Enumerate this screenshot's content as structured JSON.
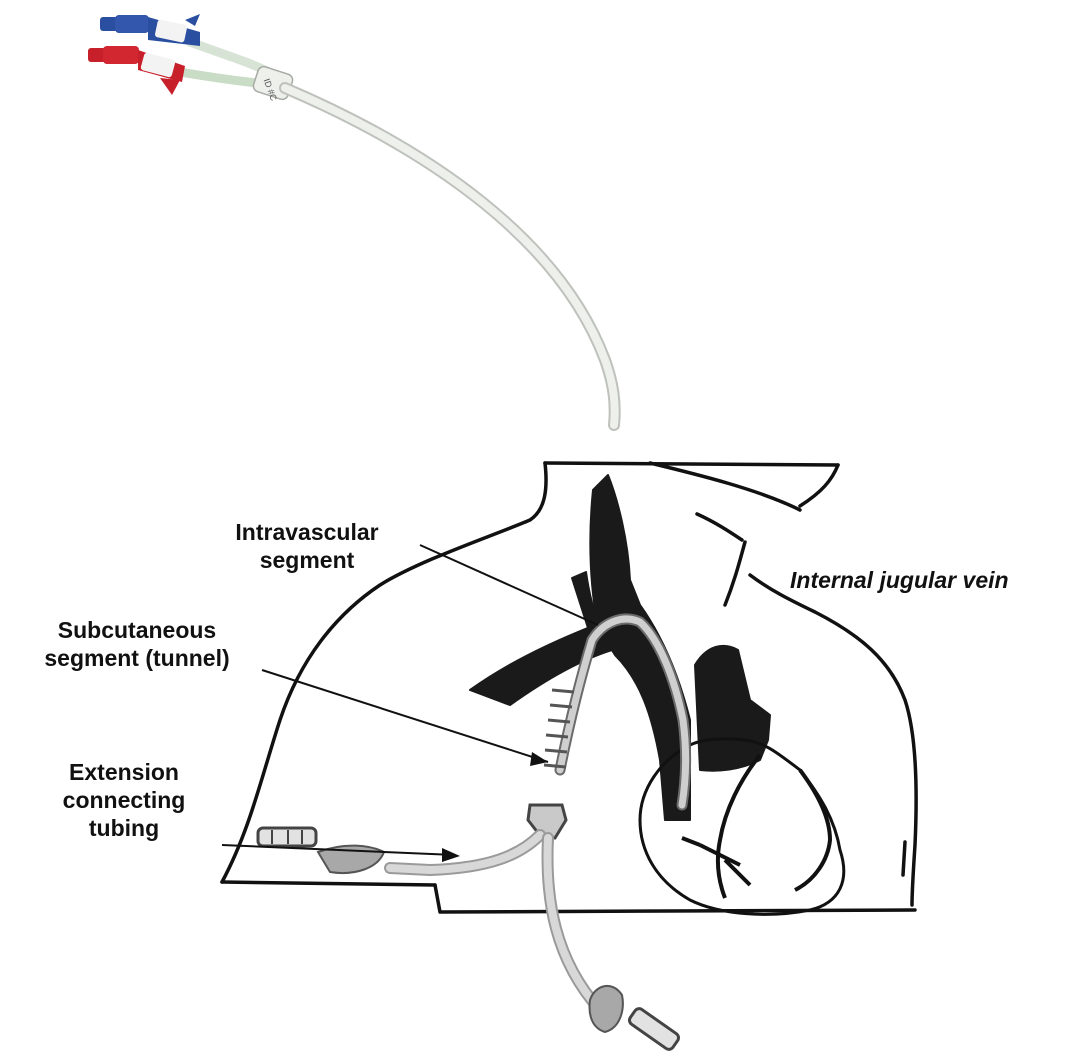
{
  "labels": {
    "intravascular": [
      "Intravascular",
      "segment"
    ],
    "jugular": "Internal jugular vein",
    "subcutaneous": [
      "Subcutaneous",
      "segment (tunnel)"
    ],
    "extension": [
      "Extension",
      "connecting",
      "tubing"
    ]
  },
  "catheter_marking": "ID #C",
  "colors": {
    "outline": "#111111",
    "vessel": "#1a1a1a",
    "tube": "#c9c9c9",
    "catheter": "#e4e6e2",
    "arterial_red": "#c8202a",
    "venous_blue": "#2a4fa0"
  }
}
